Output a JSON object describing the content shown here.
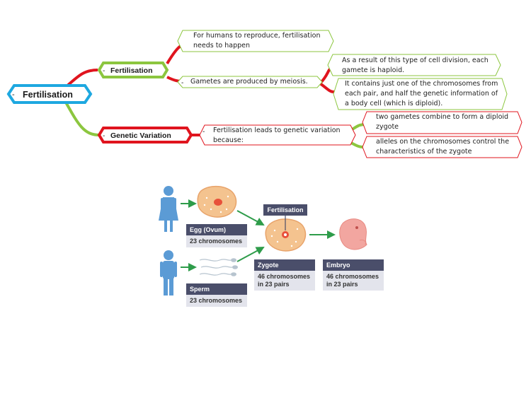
{
  "mindmap": {
    "root": {
      "label": "Fertilisation",
      "collapse": "-"
    },
    "branches": [
      {
        "label": "Fertilisation",
        "collapse": "-",
        "children": [
          {
            "text": "For humans to reproduce, fertilisation needs to happen"
          },
          {
            "text": "Gametes are produced by meiosis.",
            "collapse": "-",
            "children": [
              {
                "text": "As a result of this type of cell division, each gamete is haploid."
              },
              {
                "text": "It contains just one of the chromosomes from each pair, and half the genetic information of a body cell (which is diploid)."
              }
            ]
          }
        ]
      },
      {
        "label": "Genetic Variation",
        "collapse": "-",
        "children": [
          {
            "text": "Fertilisation leads to genetic variation because:",
            "collapse": "-",
            "children": [
              {
                "text": "two gametes combine to form a diploid zygote"
              },
              {
                "text": "alleles on the chromosomes control the characteristics of the zygote"
              }
            ]
          }
        ]
      }
    ],
    "colors": {
      "root": "#1ea8e0",
      "red": "#e0141e",
      "green": "#8cc63f",
      "child_border": "#8cc63f",
      "leaf_border": "#e0141e"
    }
  },
  "figure": {
    "egg_title": "Egg (Ovum)",
    "egg_sub": "23 chromosomes",
    "sperm_title": "Sperm",
    "sperm_sub": "23 chromosomes",
    "fert_label": "Fertilisation",
    "zygote_title": "Zygote",
    "zygote_sub": "46 chromosomes in 23 pairs",
    "embryo_title": "Embryo",
    "embryo_sub": "46 chromosomes in 23 pairs",
    "colors": {
      "person": "#5b9bd5",
      "arrow": "#2e9c4a",
      "caption_dark": "#4a4e6a",
      "caption_light": "#e3e4ec",
      "cell_fill": "#f4c38f",
      "nucleus": "#e8503a"
    }
  }
}
